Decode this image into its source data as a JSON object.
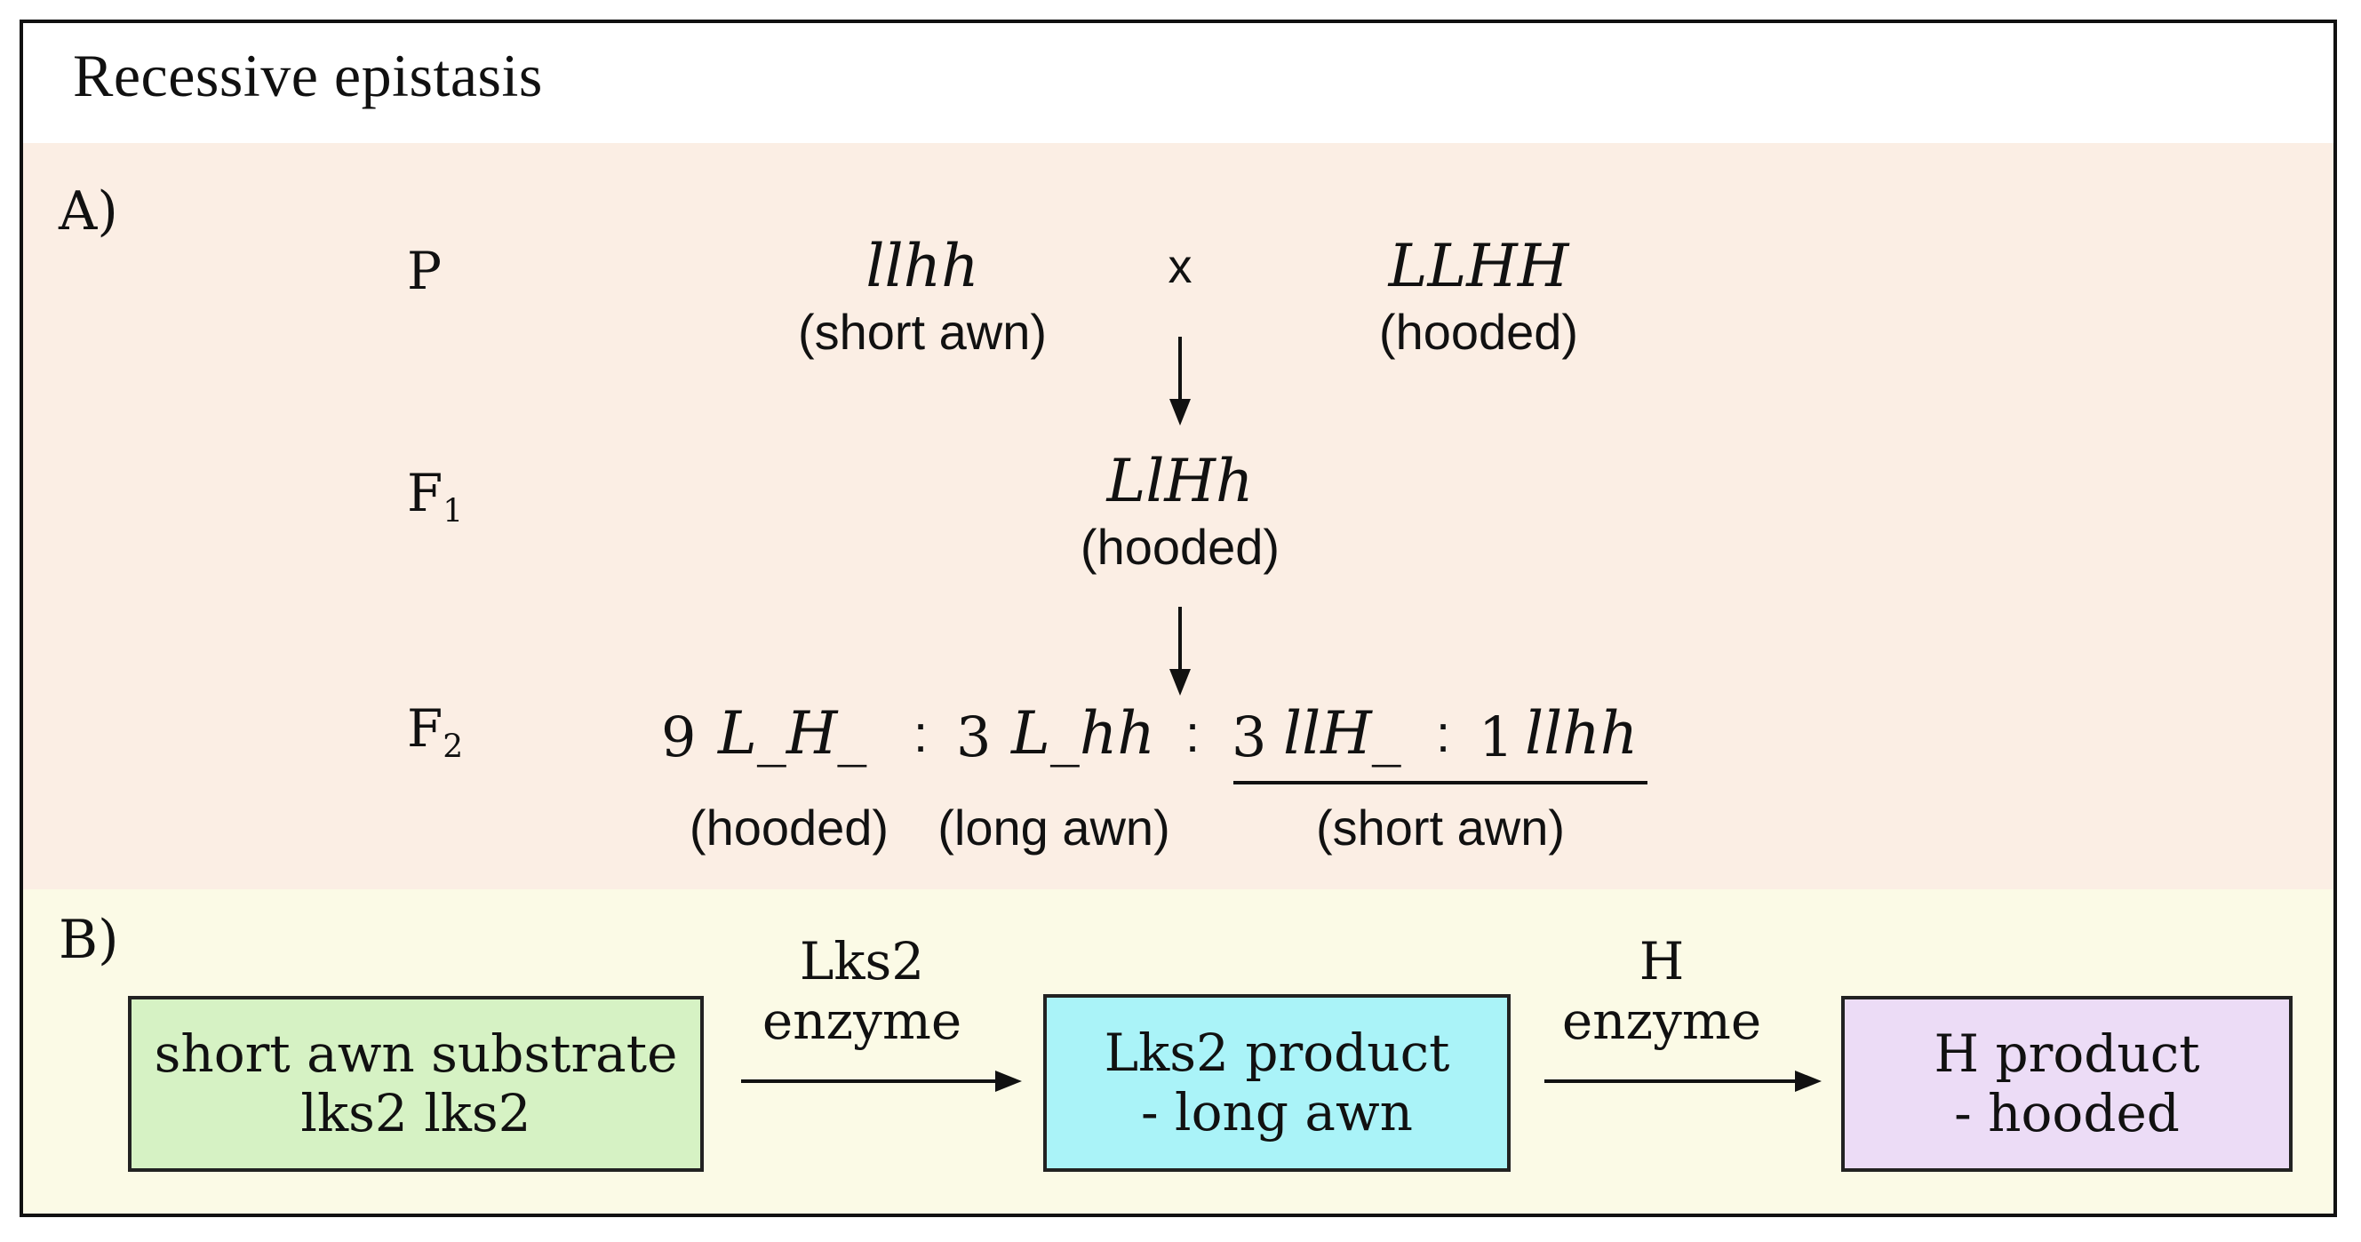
{
  "title": "Recessive epistasis",
  "panel_a": {
    "label": "A)",
    "generations": {
      "p": "P",
      "f1": "F",
      "f1_sub": "1",
      "f2": "F",
      "f2_sub": "2"
    },
    "parent1": {
      "genotype": "llhh",
      "phenotype": "(short awn)"
    },
    "cross_symbol": "x",
    "parent2": {
      "genotype": "LLHH",
      "phenotype": "(hooded)"
    },
    "f1": {
      "genotype": "LlHh",
      "phenotype": "(hooded)"
    },
    "f2": {
      "classes": [
        {
          "count": "9",
          "genotype": "L_H_",
          "phenotype": "(hooded)"
        },
        {
          "count": "3",
          "genotype": "L_hh",
          "phenotype": "(long awn)"
        },
        {
          "count": "3",
          "genotype": "llH_"
        },
        {
          "count": "1",
          "genotype": "llhh"
        }
      ],
      "separator": ":",
      "grouped_phenotype": "(short awn)"
    }
  },
  "panel_b": {
    "label": "B)",
    "boxes": [
      {
        "lines": [
          "short awn substrate",
          "lks2 lks2"
        ],
        "color": "#d6f2c4"
      },
      {
        "lines": [
          "Lks2 product",
          "- long awn"
        ],
        "color": "#aaf3f8"
      },
      {
        "lines": [
          "H product",
          "- hooded"
        ],
        "color": "#ecdcf6"
      }
    ],
    "enzymes": [
      {
        "lines": [
          "Lks2",
          "enzyme"
        ]
      },
      {
        "lines": [
          "H",
          "enzyme"
        ]
      }
    ]
  },
  "colors": {
    "panel_a_bg": "#fbeee4",
    "panel_b_bg": "#fbfae6",
    "border": "#111111"
  }
}
